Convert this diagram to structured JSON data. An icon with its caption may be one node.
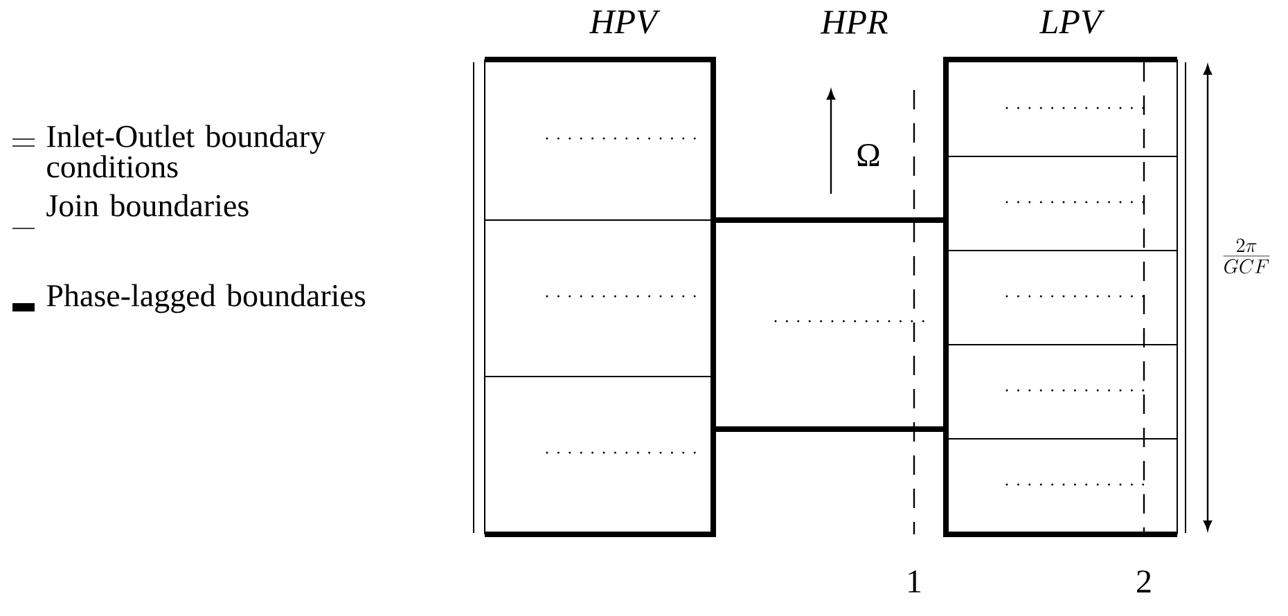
{
  "diagram": {
    "nodes": [
      {
        "text": [
          "HPV"
        ]
      },
      {
        "text": [
          "HPR"
        ]
      },
      {
        "text": [
          "LPV"
        ]
      }
    ],
    "labels": [
      "Ω",
      "\\frac{2\\pi}{GCF}",
      "1",
      "2"
    ],
    "legend": [
      {
        "text": "Inlet-Outlet boundary conditions"
      },
      {
        "text": "Join boundaries"
      },
      {
        "text": "Phase-lagged boundaries"
      }
    ]
  }
}
